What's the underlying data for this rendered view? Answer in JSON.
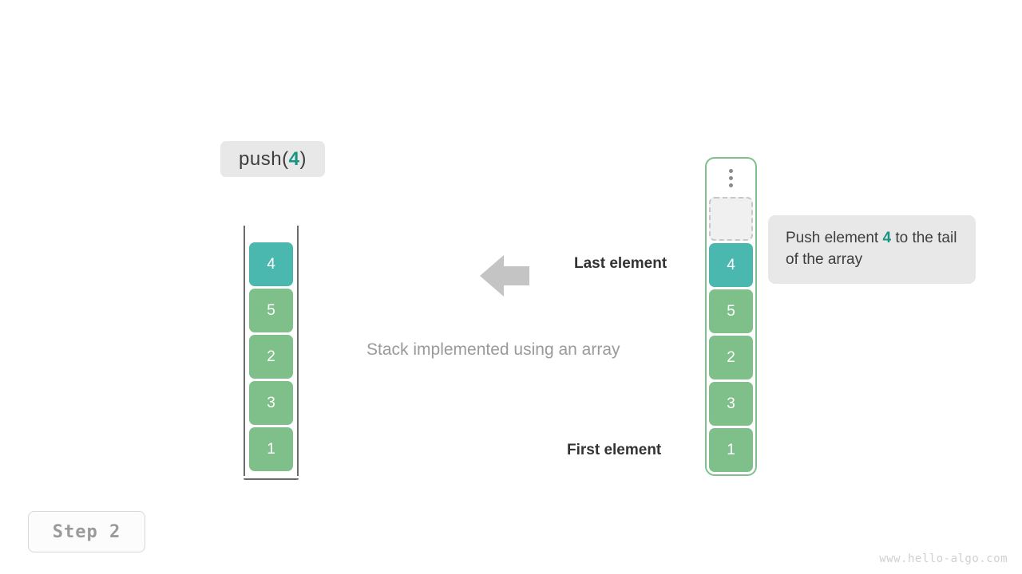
{
  "diagram": {
    "title_caption": "Stack implemented using an array",
    "operation_label": {
      "prefix": "push(",
      "value": "4",
      "suffix": ")"
    },
    "left_stack": {
      "name": "array-backed stack",
      "cells": [
        {
          "value": "4",
          "color": "teal"
        },
        {
          "value": "5",
          "color": "green"
        },
        {
          "value": "2",
          "color": "green"
        },
        {
          "value": "3",
          "color": "green"
        },
        {
          "value": "1",
          "color": "green"
        }
      ]
    },
    "right_array": {
      "overflow_indicator": "vertical-ellipsis",
      "cells": [
        {
          "value": "",
          "color": "empty"
        },
        {
          "value": "4",
          "color": "teal"
        },
        {
          "value": "5",
          "color": "green"
        },
        {
          "value": "2",
          "color": "green"
        },
        {
          "value": "3",
          "color": "green"
        },
        {
          "value": "1",
          "color": "green"
        }
      ]
    },
    "annotation": {
      "line1_prefix": "Push element ",
      "accent": "4",
      "line1_suffix": " to",
      "line2": "the tail of the array"
    },
    "labels": {
      "last_element": "Last element",
      "first_element": "First element"
    },
    "arrow": {
      "direction": "left",
      "color": "#c4c4c4"
    },
    "step_badge": "Step 2",
    "watermark": "www.hello-algo.com",
    "colors": {
      "teal": "#4bb8b0",
      "green": "#7fc08a",
      "accent_text": "#17967f",
      "chip_bg": "#e8e8e8",
      "muted_text": "#9a9a9a"
    }
  }
}
